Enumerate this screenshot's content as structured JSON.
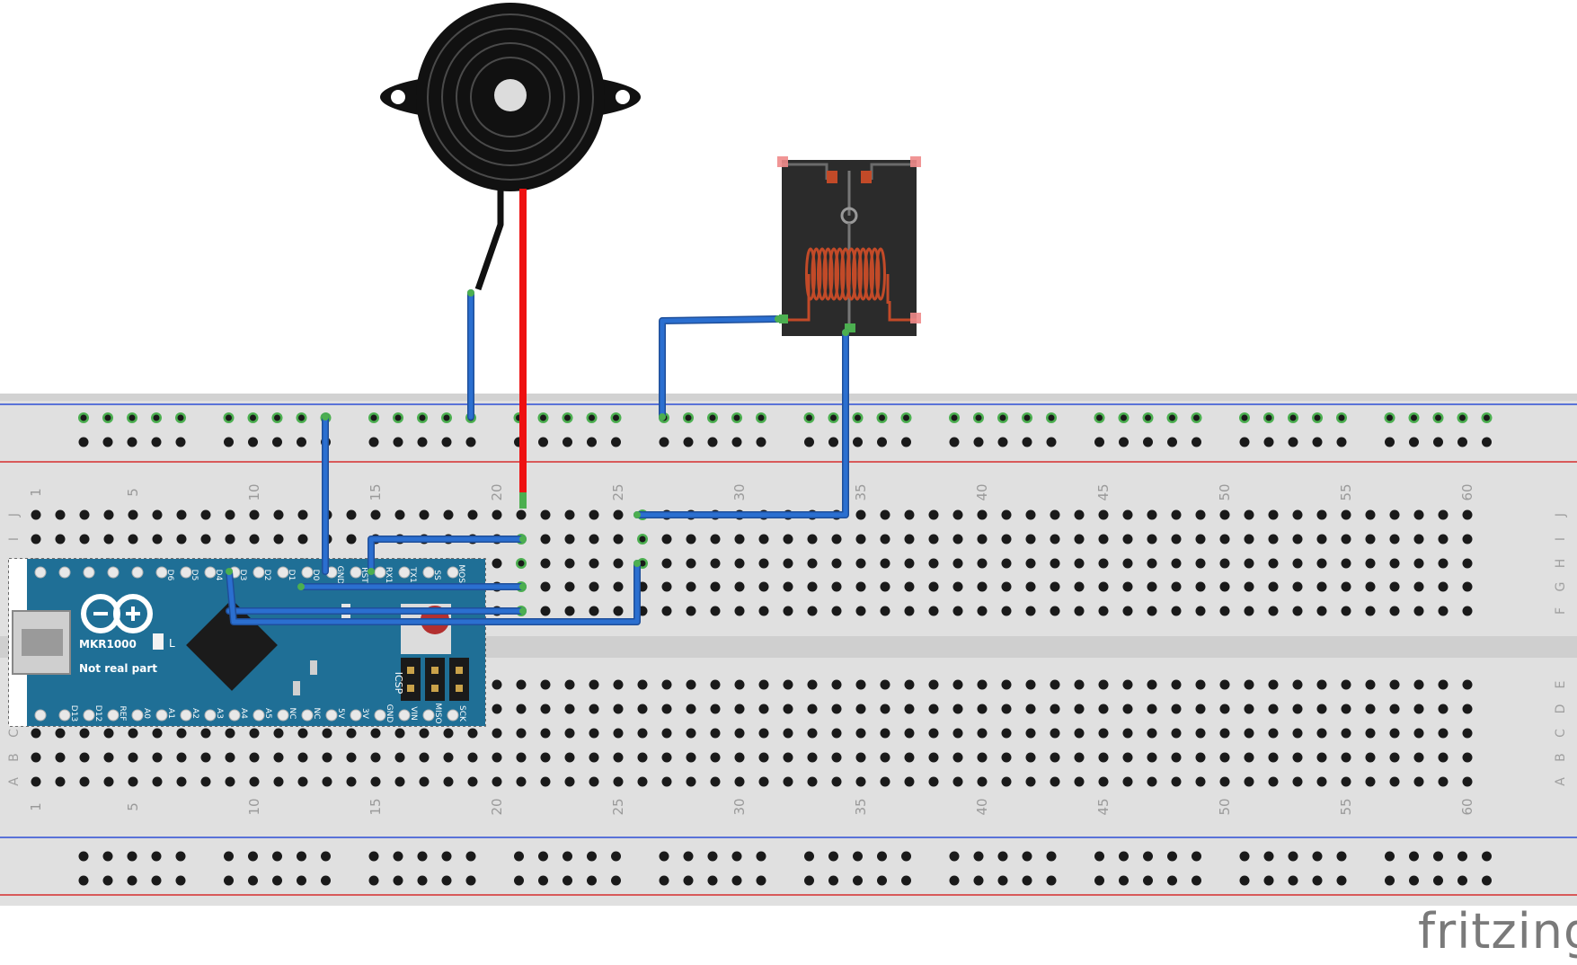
{
  "breadboard": {
    "column_count": 60,
    "column_labels": [
      "1",
      "5",
      "10",
      "15",
      "20",
      "25",
      "30",
      "35",
      "40",
      "45",
      "50",
      "55",
      "60"
    ],
    "row_labels_top": [
      "J",
      "I",
      "H",
      "G",
      "F"
    ],
    "row_labels_bottom": [
      "E",
      "D",
      "C",
      "B",
      "A"
    ]
  },
  "board": {
    "name": "MKR1000",
    "note": "Not real part",
    "led_label": "L",
    "icsp_label": "ICSP",
    "top_pins": [
      "D6",
      "D5",
      "D4",
      "D3",
      "D2",
      "D1",
      "D0",
      "GND",
      "RST",
      "RX1",
      "TX1",
      "SS",
      "MOSI"
    ],
    "bottom_pins": [
      "D13",
      "D12",
      "REF",
      "A0",
      "A1",
      "A2",
      "A3",
      "A4",
      "A5",
      "NC",
      "NC",
      "5V",
      "3V",
      "GND",
      "VIN",
      "MISO",
      "SCK"
    ]
  },
  "logo": {
    "text": "fritzing"
  },
  "colors": {
    "wire": "#2b6fd0",
    "buzzer_red": "#ee1111",
    "buzzer_black": "#111111",
    "board": "#1f6f96",
    "relay_body": "#2b2b2b",
    "coil": "#c24a28",
    "connected_hole": "#4caf50"
  }
}
